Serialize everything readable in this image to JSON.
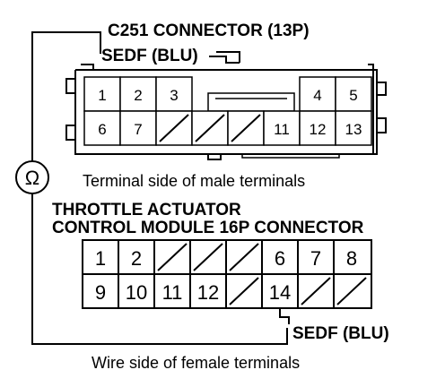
{
  "colors": {
    "line": "#000000",
    "background": "#ffffff"
  },
  "top_connector": {
    "title": "C251 CONNECTOR (13P)",
    "wire_label": "SEDF (BLU)",
    "caption": "Terminal side of male terminals",
    "rows": [
      [
        "1",
        "2",
        "3",
        "",
        "",
        "4",
        "5"
      ],
      [
        "6",
        "7",
        "/",
        "/",
        "/",
        "11",
        "12",
        "13"
      ]
    ]
  },
  "bottom_connector": {
    "title_line1": "THROTTLE ACTUATOR",
    "title_line2": "CONTROL MODULE 16P CONNECTOR",
    "wire_label": "SEDF (BLU)",
    "caption": "Wire side of female terminals",
    "rows": [
      [
        "1",
        "2",
        "/",
        "/",
        "/",
        "6",
        "7",
        "8"
      ],
      [
        "9",
        "10",
        "11",
        "12",
        "/",
        "14",
        "/",
        "/"
      ]
    ]
  },
  "meter": {
    "symbol": "Ω",
    "icon": "ohmmeter-icon"
  }
}
